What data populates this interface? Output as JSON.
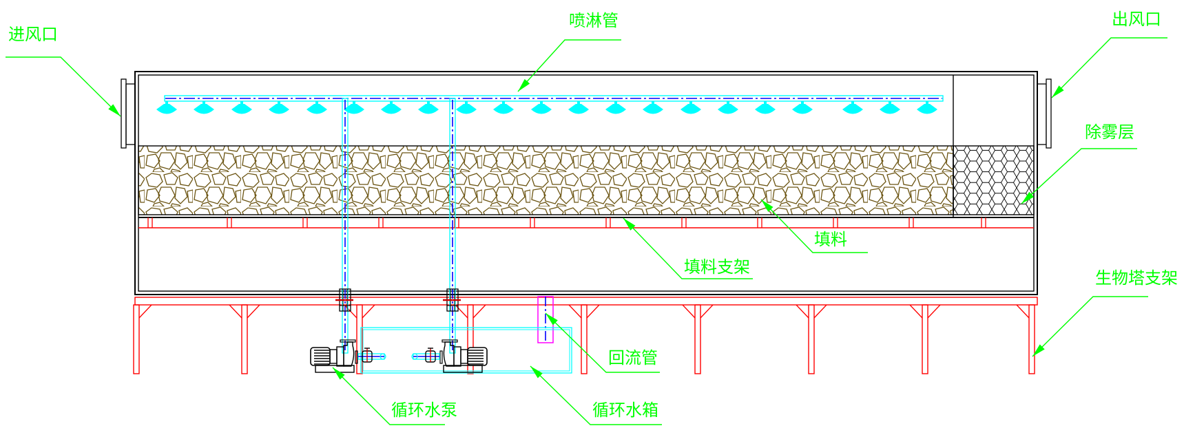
{
  "title": "生物塔 立面示意图",
  "colors": {
    "leader": "#00ff00",
    "frame": "#000000",
    "support": "#ff0000",
    "pipe": "#00ffff",
    "pipe_center": "#0000ff",
    "nozzle": "#00ffff",
    "packing": "#6b5412",
    "return_pipe": "#ff00ff"
  },
  "labels": {
    "air_inlet": "进风口",
    "air_outlet": "出风口",
    "spray_pipe": "喷淋管",
    "demister": "除雾层",
    "packing": "填料",
    "packing_support": "填料支架",
    "tower_support": "生物塔支架",
    "return_pipe": "回流管",
    "circulation_pump": "循环水泵",
    "circulation_tank": "循环水箱"
  },
  "components": {
    "nozzle_count": 21,
    "riser_count": 2,
    "pump_count": 2,
    "support_leg_count": 9
  }
}
